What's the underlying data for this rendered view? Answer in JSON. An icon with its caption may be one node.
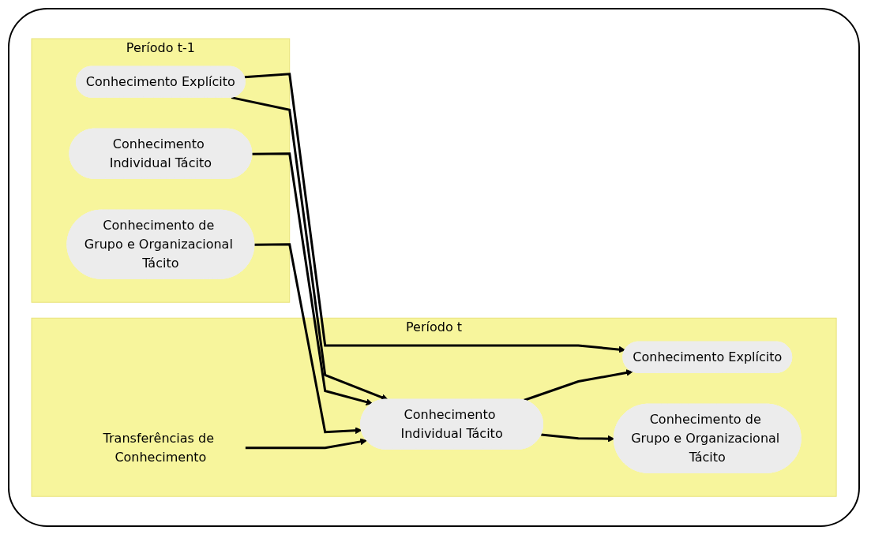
{
  "diagram": {
    "nodes": [
      {
        "text": [
          "Período t-1"
        ]
      },
      {
        "text": [
          "Conhecimento Explícito"
        ],
        "in": 0
      },
      {
        "text": [
          "Conhecimento Individual Tácito"
        ],
        "in": 0
      },
      {
        "text": [
          "Conhecimento de Grupo e Organizacional Tácito"
        ],
        "in": 0
      },
      {
        "text": [
          "Período t"
        ]
      },
      {
        "text": [
          "Conhecimento Explícito"
        ],
        "in": 4
      },
      {
        "text": [
          "Conhecimento Individual Tácito"
        ],
        "in": 4
      },
      {
        "text": [
          "Conhecimento de Grupo e Organizacional Tácito"
        ],
        "in": 4
      },
      {
        "text": [
          "Transferências de Conhecimento"
        ],
        "in": 4
      }
    ],
    "edges": [
      {
        "from": 1,
        "to": 5,
        "arrow": "to"
      },
      {
        "from": 1,
        "to": 6,
        "arrow": "to"
      },
      {
        "from": 2,
        "to": 6,
        "arrow": "to"
      },
      {
        "from": 3,
        "to": 6,
        "arrow": "to"
      },
      {
        "from": 8,
        "to": 6,
        "arrow": "to"
      },
      {
        "from": 6,
        "to": 5,
        "arrow": "to"
      },
      {
        "from": 6,
        "to": 7,
        "arrow": "to"
      }
    ]
  }
}
